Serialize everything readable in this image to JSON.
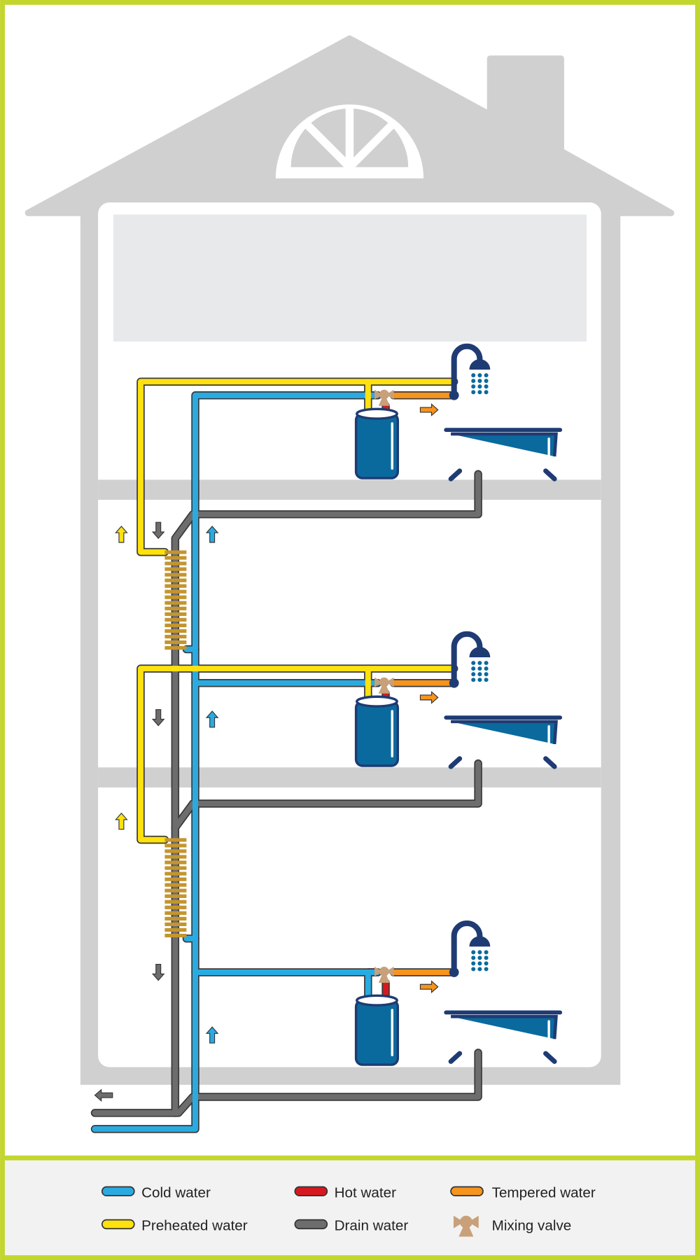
{
  "colors": {
    "frame": "#c2d62e",
    "house": "#d0d0d0",
    "cold": "#29abe2",
    "hot": "#d7191f",
    "tempered": "#f7941d",
    "preheated": "#ffe10f",
    "drain": "#6d6d6d",
    "valve": "#c8a07a",
    "fixture": "#0a6a9e",
    "fixture_outline": "#1f3b73",
    "heat_exchanger": "#c4952f"
  },
  "legend": {
    "cold": "Cold water",
    "hot": "Hot water",
    "tempered": "Tempered water",
    "preheated": "Preheated water",
    "drain": "Drain water",
    "valve": "Mixing valve"
  }
}
